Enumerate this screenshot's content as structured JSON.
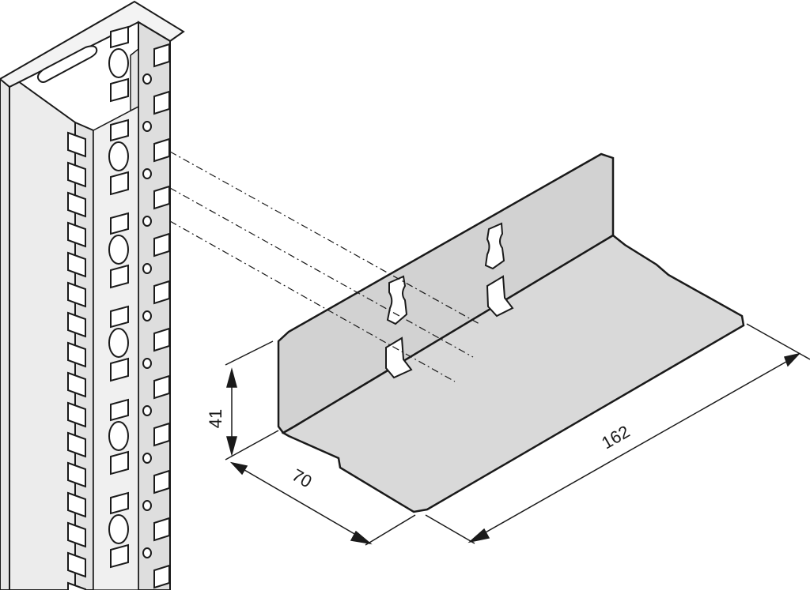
{
  "dimensions": {
    "height": "41",
    "depth": "70",
    "length": "162"
  },
  "colors": {
    "outline": "#1a1a1a",
    "rail_face": "#ececec",
    "rail_shadow": "#dcdcdc",
    "bracket_floor": "#d6d6d6",
    "bracket_wall": "#d2d2d2",
    "hole_fill": "#ffffff"
  }
}
